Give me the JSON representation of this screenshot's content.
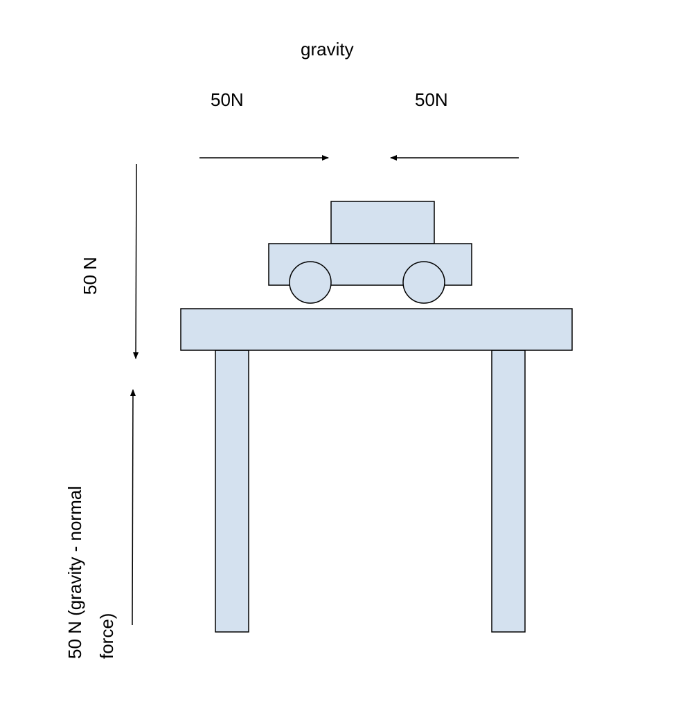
{
  "labels": {
    "title": "gravity",
    "left_force": "50N",
    "right_force": "50N",
    "down_force": "50 N",
    "up_force_line1": "50 N (gravity - normal",
    "up_force_line2": "force)"
  },
  "colors": {
    "fill": "#d4e1ef",
    "stroke": "#000000"
  }
}
